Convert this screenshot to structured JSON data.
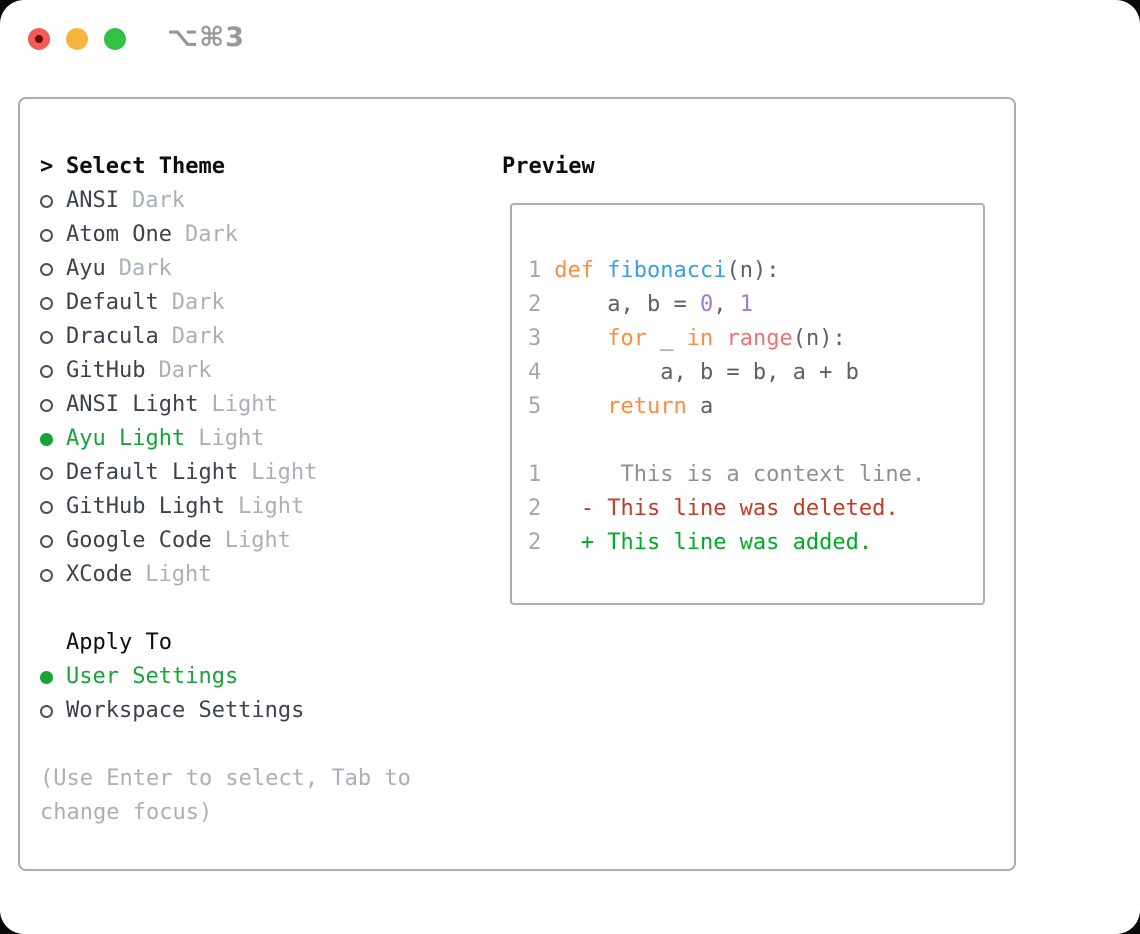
{
  "titlebar": {
    "shortcut": "⌥⌘3"
  },
  "theme_picker": {
    "header_prefix": ">",
    "header": "Select Theme",
    "items": [
      {
        "name": "ANSI",
        "variant": "Dark",
        "selected": false
      },
      {
        "name": "Atom One",
        "variant": "Dark",
        "selected": false
      },
      {
        "name": "Ayu",
        "variant": "Dark",
        "selected": false
      },
      {
        "name": "Default",
        "variant": "Dark",
        "selected": false
      },
      {
        "name": "Dracula",
        "variant": "Dark",
        "selected": false
      },
      {
        "name": "GitHub",
        "variant": "Dark",
        "selected": false
      },
      {
        "name": "ANSI Light",
        "variant": "Light",
        "selected": false
      },
      {
        "name": "Ayu Light",
        "variant": "Light",
        "selected": true
      },
      {
        "name": "Default Light",
        "variant": "Light",
        "selected": false
      },
      {
        "name": "GitHub Light",
        "variant": "Light",
        "selected": false
      },
      {
        "name": "Google Code",
        "variant": "Light",
        "selected": false
      },
      {
        "name": "XCode",
        "variant": "Light",
        "selected": false
      }
    ]
  },
  "apply_to": {
    "header": "Apply To",
    "options": [
      {
        "label": "User Settings",
        "selected": true
      },
      {
        "label": "Workspace Settings",
        "selected": false
      }
    ]
  },
  "hint": {
    "line1": "(Use Enter to select, Tab to",
    "line2": "change focus)"
  },
  "preview": {
    "title": "Preview",
    "lines": [
      {
        "ln": "1",
        "segments": [
          {
            "text": "def",
            "color": "keyword"
          },
          {
            "text": " ",
            "color": "fg"
          },
          {
            "text": "fibonacci",
            "color": "entity"
          },
          {
            "text": "(n):",
            "color": "fg"
          }
        ]
      },
      {
        "ln": "2",
        "segments": [
          {
            "text": "    a, b = ",
            "color": "fg"
          },
          {
            "text": "0",
            "color": "number"
          },
          {
            "text": ", ",
            "color": "fg"
          },
          {
            "text": "1",
            "color": "number"
          }
        ]
      },
      {
        "ln": "3",
        "segments": [
          {
            "text": "    ",
            "color": "fg"
          },
          {
            "text": "for",
            "color": "keyword"
          },
          {
            "text": " _ ",
            "color": "fg"
          },
          {
            "text": "in",
            "color": "keyword"
          },
          {
            "text": " ",
            "color": "fg"
          },
          {
            "text": "range",
            "color": "special"
          },
          {
            "text": "(n):",
            "color": "fg"
          }
        ]
      },
      {
        "ln": "4",
        "segments": [
          {
            "text": "        a, b = b, a + b",
            "color": "fg"
          }
        ]
      },
      {
        "ln": "5",
        "segments": [
          {
            "text": "    ",
            "color": "fg"
          },
          {
            "text": "return",
            "color": "keyword"
          },
          {
            "text": " a",
            "color": "fg"
          }
        ]
      },
      {
        "ln": "",
        "segments": []
      },
      {
        "ln": "1",
        "segments": [
          {
            "text": "     This is a context line.",
            "color": "context"
          }
        ]
      },
      {
        "ln": "2",
        "segments": [
          {
            "text": "  - This line was deleted.",
            "color": "removed"
          }
        ]
      },
      {
        "ln": "2",
        "segments": [
          {
            "text": "  + This line was added.",
            "color": "added"
          }
        ]
      }
    ]
  },
  "colors": {
    "accent-green": "#17a338",
    "added": "#00ab22",
    "removed": "#c23b25",
    "keyword": "#fa8d3e",
    "entity": "#399ee6",
    "number": "#a37acc",
    "special": "#f07171",
    "fg": "#5c6166",
    "line-number": "#a0a7ae",
    "context": "#8a9199",
    "item-fg": "#3d434c",
    "muted": "#a9b0ba",
    "header-fg": "#0c0d0e",
    "border": "#a6aeb9",
    "traffic-red": "#f15b51",
    "traffic-yellow": "#f5b53f",
    "traffic-green": "#33c144",
    "shortcut-fg": "#97989c"
  }
}
